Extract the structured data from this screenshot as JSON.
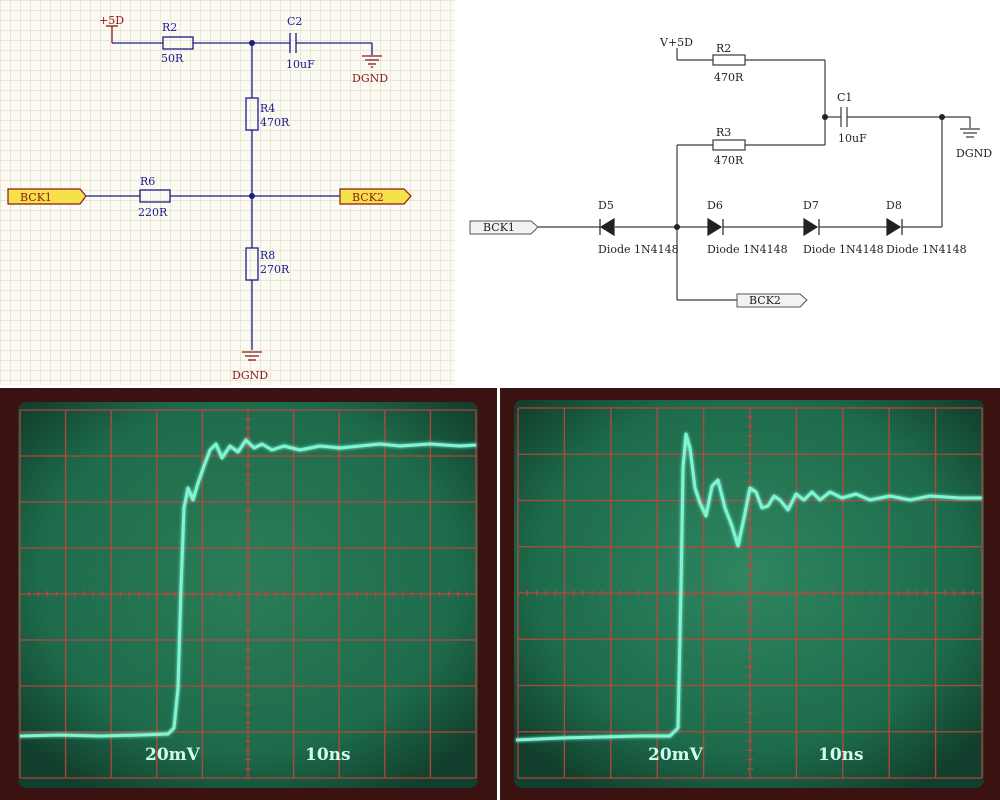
{
  "schematic_a": {
    "supply": "+5D",
    "r2": {
      "ref": "R2",
      "value": "50R"
    },
    "c2": {
      "ref": "C2",
      "value": "10uF"
    },
    "gnd_top": "DGND",
    "r4": {
      "ref": "R4",
      "value": "470R"
    },
    "r6": {
      "ref": "R6",
      "value": "220R"
    },
    "r8": {
      "ref": "R8",
      "value": "270R"
    },
    "gnd_bottom": "DGND",
    "port_in": "BCK1",
    "port_out": "BCK2"
  },
  "schematic_b": {
    "supply": "V+5D",
    "r2": {
      "ref": "R2",
      "value": "470R"
    },
    "r3": {
      "ref": "R3",
      "value": "470R"
    },
    "c1": {
      "ref": "C1",
      "value": "10uF"
    },
    "gnd": "DGND",
    "port_in": "BCK1",
    "port_out": "BCK2",
    "diodes": [
      {
        "ref": "D5",
        "value": "Diode 1N4148"
      },
      {
        "ref": "D6",
        "value": "Diode 1N4148"
      },
      {
        "ref": "D7",
        "value": "Diode 1N4148"
      },
      {
        "ref": "D8",
        "value": "Diode 1N4148"
      }
    ]
  },
  "scope_a": {
    "volts_div": "20mV",
    "time_div": "10ns"
  },
  "scope_b": {
    "volts_div": "20mV",
    "time_div": "10ns"
  },
  "colors": {
    "wire_a": "#1b1b8c",
    "wire_b": "#3a3a3a",
    "label_blue": "#1b1b8c",
    "power_red": "#8b1a1a",
    "port_fill": "#f6e14a",
    "scope_grid": "#c8433d",
    "scope_trace": "#7ff5d4",
    "scope_screen": "#1d6b4b"
  }
}
